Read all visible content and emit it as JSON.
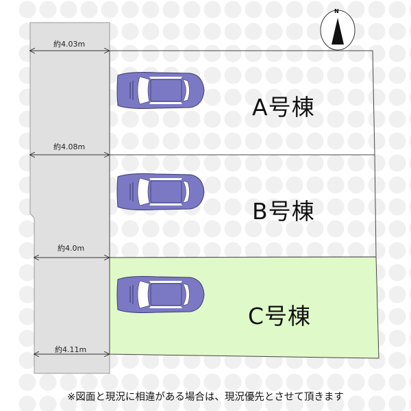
{
  "lots": [
    {
      "label": "A号棟",
      "frontage": "約4.03m",
      "highlight": false
    },
    {
      "label": "B号棟",
      "frontage": "約4.08m",
      "highlight": false
    },
    {
      "label": "C号棟",
      "frontage": "約4.0m",
      "highlight": true
    }
  ],
  "bottom_dimension": "約4.11m",
  "compass": {
    "label": "N"
  },
  "note": "※図面と現況に相違がある場合は、現況優先とさせて頂きます",
  "colors": {
    "road": "#e0e0e0",
    "highlight_lot": "#dff9c8",
    "car": "#7b78c4"
  }
}
